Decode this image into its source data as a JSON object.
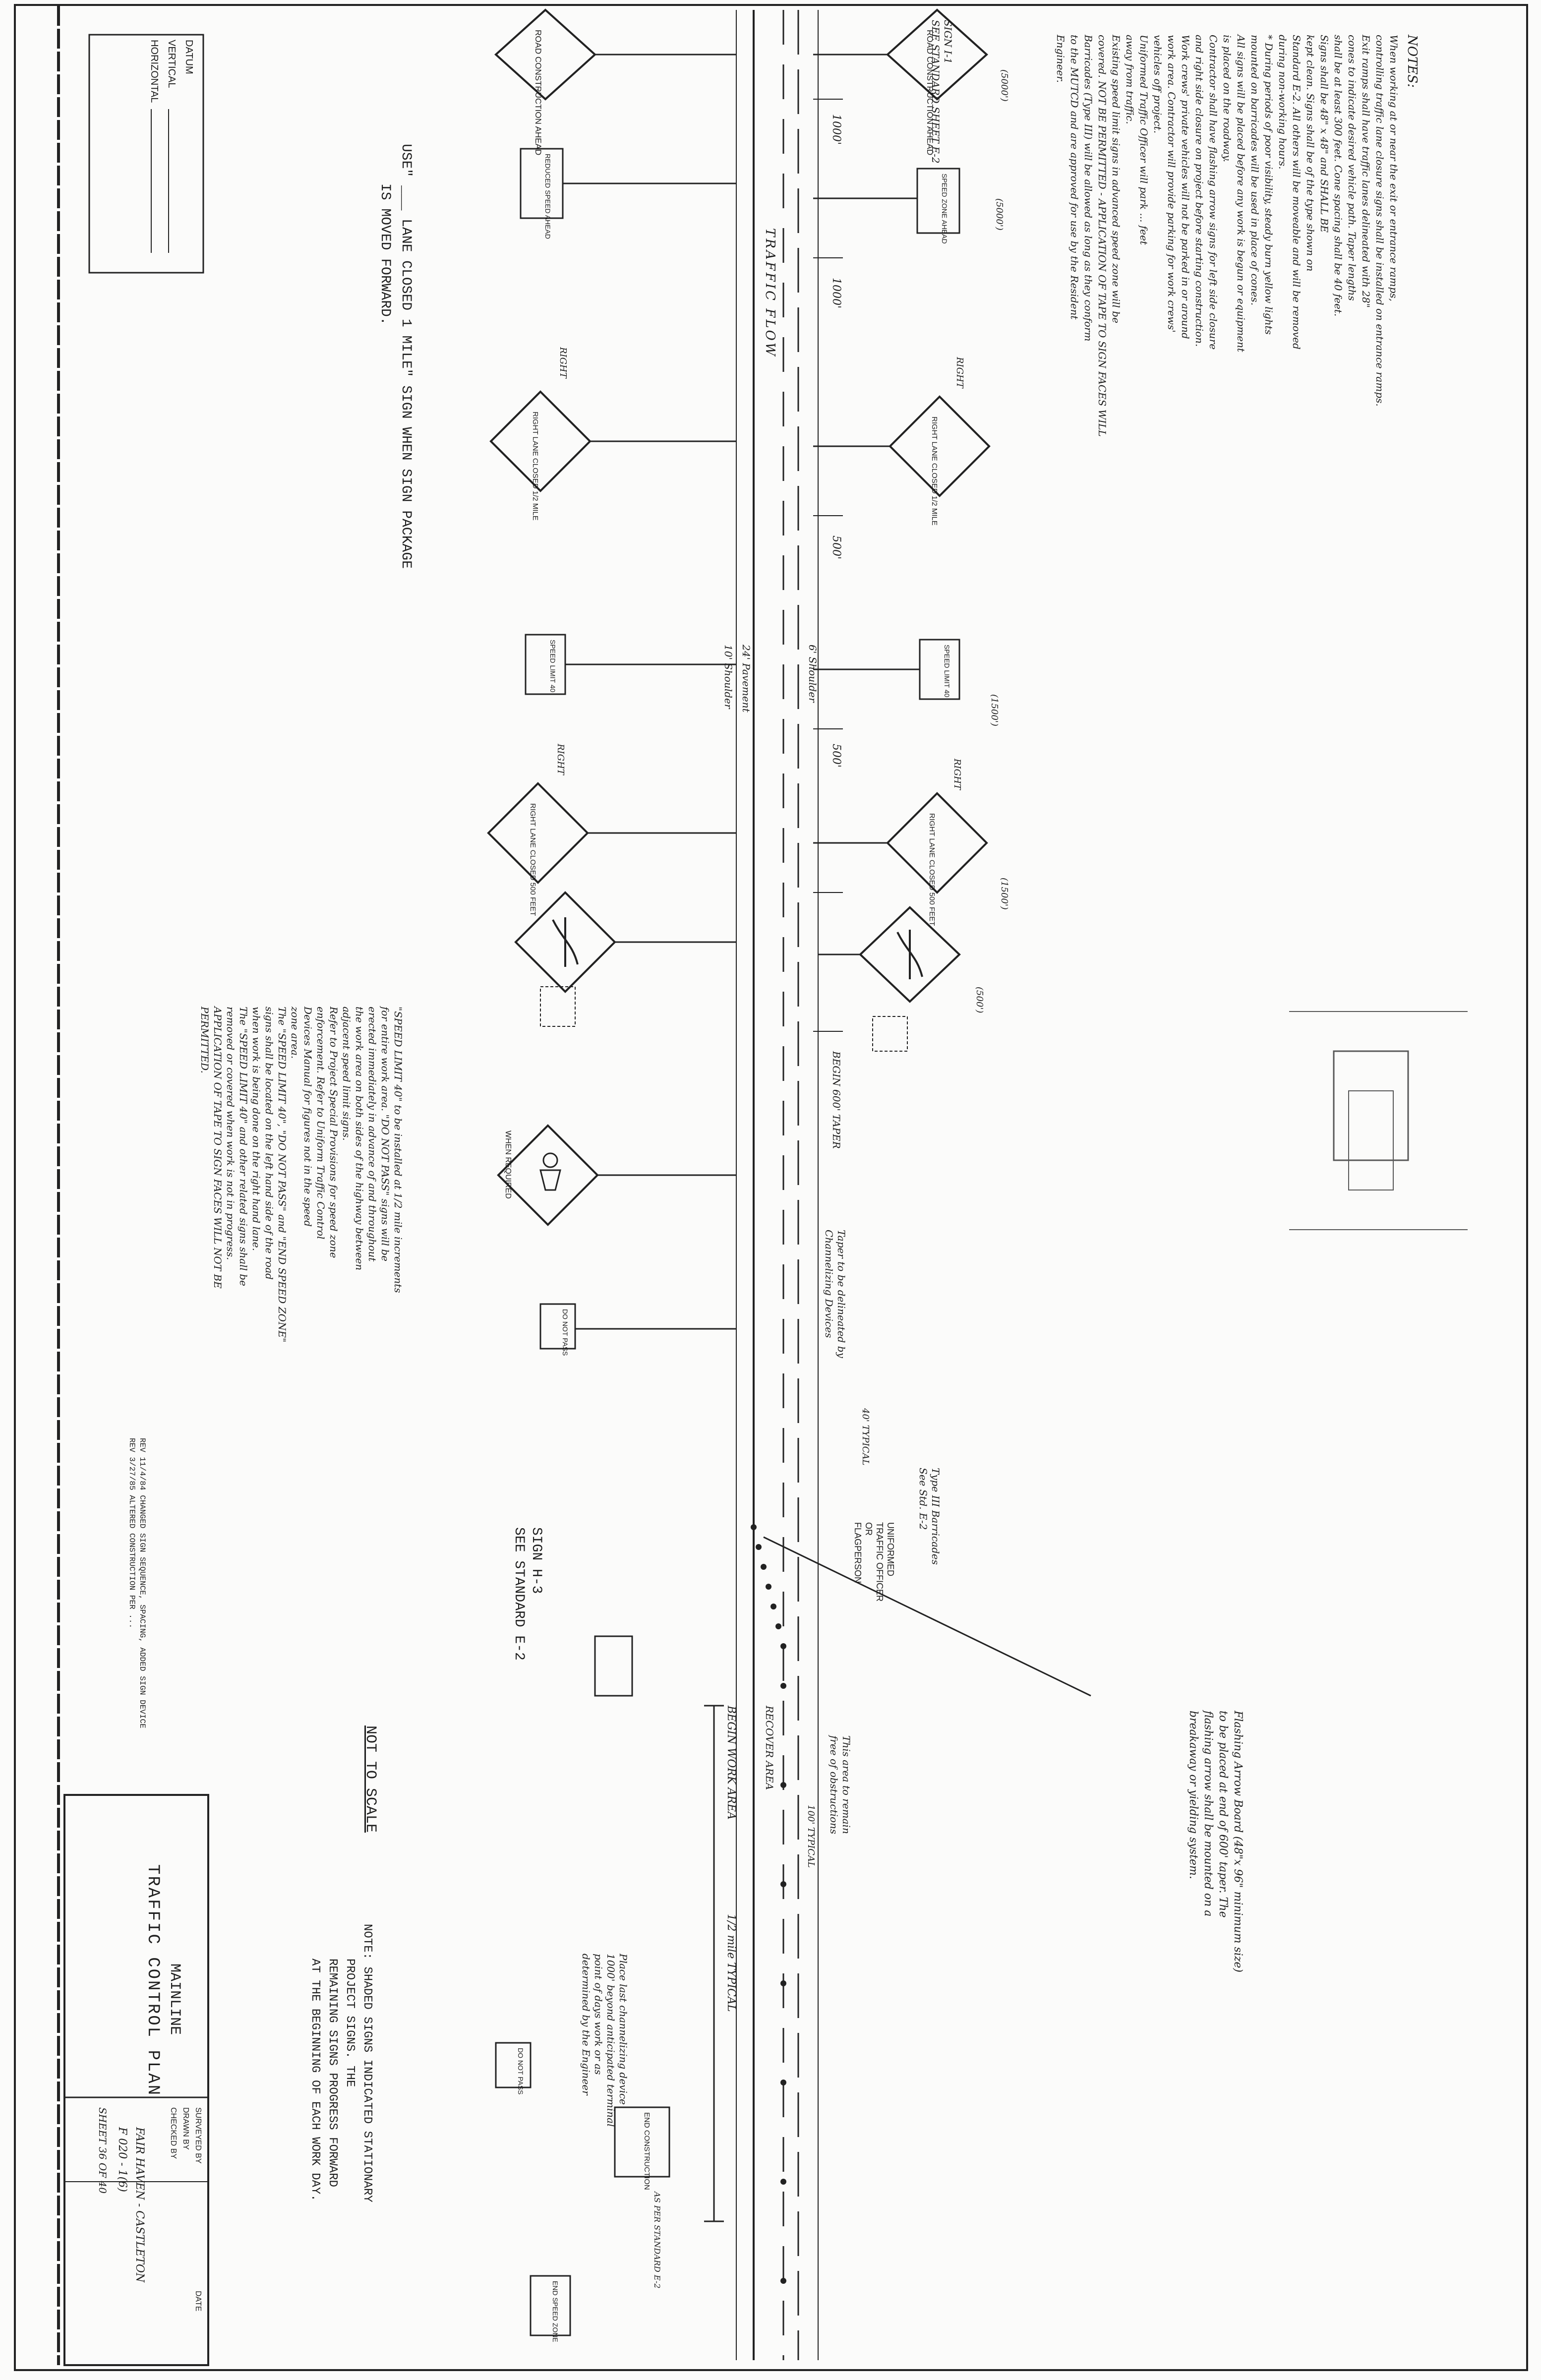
{
  "notes": {
    "heading": "NOTES:",
    "lines": [
      "When working at or near the exit or entrance ramps,",
      "controlling traffic lane closure signs shall be installed on entrance ramps.",
      "Exit ramps shall have traffic lanes delineated with 28\"",
      "cones to indicate desired vehicle path. Taper lengths",
      "shall be at least 300 feet. Cone spacing shall be 40 feet.",
      "Signs shall be 48\" x 48\" and SHALL BE",
      "kept clean. Signs shall be of the type shown on",
      "Standard E-2. All others will be moveable and will be removed",
      "during non-working hours.",
      "* During periods of poor visibility, steady burn yellow lights",
      "mounted on barricades will be used in place of cones.",
      "All signs will be placed before any work is begun or equipment",
      "is placed on the roadway.",
      "Contractor shall have flashing arrow signs for left side closure",
      "and right side closure on project before starting construction.",
      "Work crews' private vehicles will not be parked in or around",
      "work area. Contractor will provide parking for work crews'",
      "vehicles off project.",
      "Uniformed Traffic Officer will park ... feet",
      "away from traffic.",
      "Existing speed limit signs in advanced speed zone will be",
      "covered. NOT BE PERMITTED - APPLICATION OF TAPE TO SIGN FACES WILL",
      "Barricades (Type III) will be allowed as long as they conform",
      "to the MUTCD and are approved for use by the Resident",
      "Engineer."
    ]
  },
  "left_block": {
    "sign_ref_1": "SIGN I-1",
    "sign_ref_2": "SEE STANDARD SHEET E-2",
    "use_note_line1": "USE\" ___ LANE CLOSED 1 MILE\" SIGN WHEN SIGN PACKAGE",
    "use_note_line2": "IS MOVED FORWARD.",
    "datum_label": "DATUM",
    "vertical_label": "VERTICAL",
    "horizontal_label": "HORIZONTAL"
  },
  "signs": [
    {
      "id": "road-construction-ahead-top",
      "text": "ROAD CONSTRUCTION AHEAD",
      "dist": "(5000')"
    },
    {
      "id": "road-construction-ahead-bottom",
      "text": "ROAD CONSTRUCTION AHEAD",
      "dist": ""
    },
    {
      "id": "speed-limit-ahead-top",
      "text": "SPEED ZONE AHEAD",
      "dist": "(5000')"
    },
    {
      "id": "speed-limit-ahead-bottom",
      "text": "REDUCED SPEED AHEAD",
      "dist": ""
    },
    {
      "id": "lane-closed-mile-top",
      "text": "RIGHT LANE CLOSED 1/2 MILE",
      "side": "RIGHT"
    },
    {
      "id": "lane-closed-mile-bottom",
      "text": "RIGHT LANE CLOSED 1/2 MILE",
      "side": "RIGHT"
    },
    {
      "id": "speed-40-top",
      "text": "SPEED LIMIT 40",
      "dist": "(1500')"
    },
    {
      "id": "speed-40-bottom",
      "text": "SPEED LIMIT 40",
      "dist": ""
    },
    {
      "id": "lane-closed-500-top",
      "text": "RIGHT LANE CLOSED 500 FEET",
      "side": "RIGHT",
      "dist": "(1500')"
    },
    {
      "id": "lane-closed-500-bottom",
      "text": "RIGHT LANE CLOSED 500 FEET",
      "side": "RIGHT"
    },
    {
      "id": "merge-top",
      "text": "",
      "dist": "(500')"
    },
    {
      "id": "merge-bottom",
      "text": ""
    },
    {
      "id": "flagger",
      "text": "WHEN REQUIRED"
    },
    {
      "id": "do-not-pass-left",
      "text": "DO NOT PASS"
    },
    {
      "id": "do-not-pass-right",
      "text": "DO NOT PASS"
    },
    {
      "id": "end-construction",
      "text": "END CONSTRUCTION"
    },
    {
      "id": "end-speed-zone",
      "text": "END SPEED ZONE"
    }
  ],
  "roadway": {
    "traffic_flow": "TRAFFIC FLOW",
    "shoulder_top": "6' Shoulder",
    "pavement": "24' Pavement",
    "shoulder_bottom": "10' Shoulder",
    "begin_taper": "BEGIN 600' TAPER",
    "begin_work_area": "BEGIN WORK AREA",
    "half_mile_typical": "1/2 mile TYPICAL",
    "recover_area": "RECOVER AREA",
    "dim_100_typical": "100' TYPICAL",
    "dim_40_typical": "40' TYPICAL",
    "dist_1000": "1000'",
    "dist_500_a": "500'",
    "dist_500_b": "500'",
    "dist_1000_b": "1000'"
  },
  "callouts": {
    "type3_barricades": "Type III Barricades",
    "see_std": "See Std. E-2",
    "uniformed_officer_1": "UNIFORMED",
    "uniformed_officer_2": "TRAFFIC OFFICER",
    "uniformed_officer_3": "OR",
    "uniformed_officer_4": "FLAGPERSON",
    "taper_delineated_1": "Taper to be delineated by",
    "taper_delineated_2": "Channelizing Devices",
    "sign_h3": "SIGN H-3",
    "see_standard_e2": "SEE STANDARD  E-2",
    "free_obstructions_1": "This area to remain",
    "free_obstructions_2": "free of obstructions",
    "place_device_1": "Place last channelizing device",
    "place_device_2": "1000' beyond anticipated terminal",
    "place_device_3": "point of days work or as",
    "place_device_4": "determined by the Engineer",
    "flashing_board_1": "Flashing Arrow Board (48\"x 96\" minimum size)",
    "flashing_board_2": "to be placed at end of 600' taper. The",
    "flashing_board_3": "flashing arrow shall be mounted on a",
    "flashing_board_4": "breakaway or yielding system.",
    "end_construction_std": "AS PER STANDARD E-2"
  },
  "speed_notes": [
    "\"SPEED LIMIT 40\" to be installed at 1/2 mile increments",
    "for entire work area. \"DO NOT PASS\" signs will be",
    "erected immediately in advance of and throughout",
    "the work area on both sides of the highway between",
    "adjacent speed limit signs.",
    "Refer to Project Special Provisions for speed zone",
    "enforcement. Refer to Uniform Traffic Control",
    "Devices Manual for figures not in the speed",
    "zone area.",
    "The \"SPEED LIMIT 40\", \"DO NOT PASS\" and \"END SPEED ZONE\"",
    "signs shall be located on the left hand side of the road",
    "when work is being done on the right hand lane.",
    "The \"SPEED LIMIT 40\" and other related signs shall be",
    "removed or covered when work is not in progress.",
    "APPLICATION OF TAPE TO SIGN FACES WILL NOT BE",
    "PERMITTED."
  ],
  "footer": {
    "rev_line1": "REV 11/4/84  CHANGED SIGN SEQUENCE, SPACING, ADDED SIGN DEVICE",
    "rev_line2": "REV 3/27/85  ALTERED CONSTRUCTION PER ...",
    "not_to_scale": "NOT TO SCALE",
    "shaded_note_1": "NOTE: SHADED SIGNS INDICATED STATIONARY",
    "shaded_note_2": "PROJECT SIGNS. THE",
    "shaded_note_3": "REMAINING SIGNS PROGRESS FORWARD",
    "shaded_note_4": "AT THE BEGINNING OF EACH WORK DAY.",
    "plan_title_1": "MAINLINE",
    "plan_title_2": "TRAFFIC CONTROL PLAN",
    "surveyed_by": "SURVEYED BY",
    "drawn_by": "DRAWN BY",
    "checked_by": "CHECKED BY",
    "date": "DATE",
    "project_1": "FAIR HAVEN - CASTLETON",
    "project_2": "F 020 - 1(6)",
    "sheet": "SHEET 36 OF 40"
  }
}
